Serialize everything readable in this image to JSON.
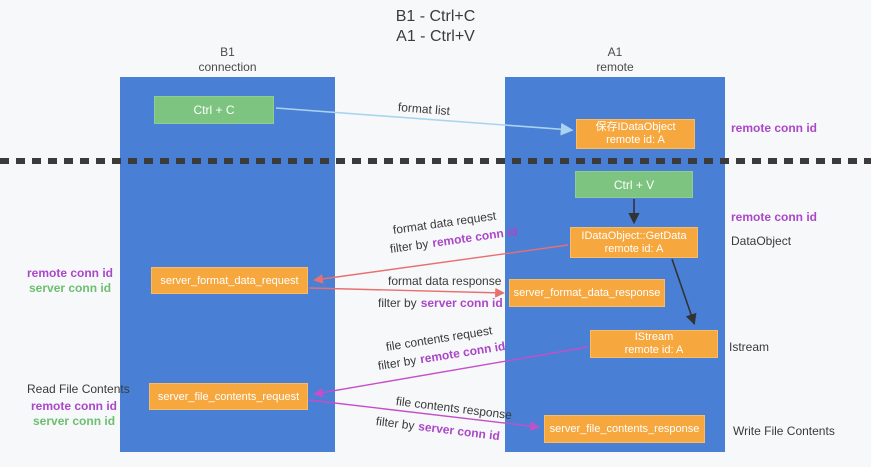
{
  "title": {
    "line1": "B1 - Ctrl+C",
    "line2": "A1 - Ctrl+V"
  },
  "columns": {
    "left": {
      "title": "B1",
      "subtitle": "connection"
    },
    "right": {
      "title": "A1",
      "subtitle": "remote"
    }
  },
  "boxes": {
    "ctrl_c": {
      "label": "Ctrl + C"
    },
    "save_idataobject": {
      "line1": "保存IDataObject",
      "line2": "remote id: A"
    },
    "ctrl_v": {
      "label": "Ctrl + V"
    },
    "getdata": {
      "line1": "IDataObject::GetData",
      "line2": "remote id: A"
    },
    "format_request": {
      "label": "server_format_data_request"
    },
    "format_response": {
      "label": "server_format_data_response"
    },
    "istream": {
      "line1": "IStream",
      "line2": "remote id: A"
    },
    "file_request": {
      "label": "server_file_contents_request"
    },
    "file_response": {
      "label": "server_file_contents_response"
    }
  },
  "arrow_labels": {
    "format_list": "format list",
    "format_data_request": "format data request",
    "format_data_response": "format data response",
    "file_contents_request": "file contents request",
    "file_contents_response": "file contents response",
    "filter_by": "filter by",
    "remote_conn_id": "remote conn id",
    "server_conn_id": "server conn id"
  },
  "side_labels": {
    "remote_conn_id": "remote conn id",
    "server_conn_id": "server conn id",
    "dataobject": "DataObject",
    "istream": "Istream",
    "read_file_contents": "Read File Contents",
    "write_file_contents": "Write File Contents"
  },
  "colors": {
    "column_blue": "#4a7fd6",
    "box_orange": "#f6a73e",
    "box_green": "#7cc47f",
    "arrow_blue": "#a8d4f0",
    "arrow_red": "#e87070",
    "arrow_magenta": "#c44fc8",
    "arrow_black": "#333333",
    "text_purple": "#ab47c8",
    "text_green": "#6cbf70"
  }
}
